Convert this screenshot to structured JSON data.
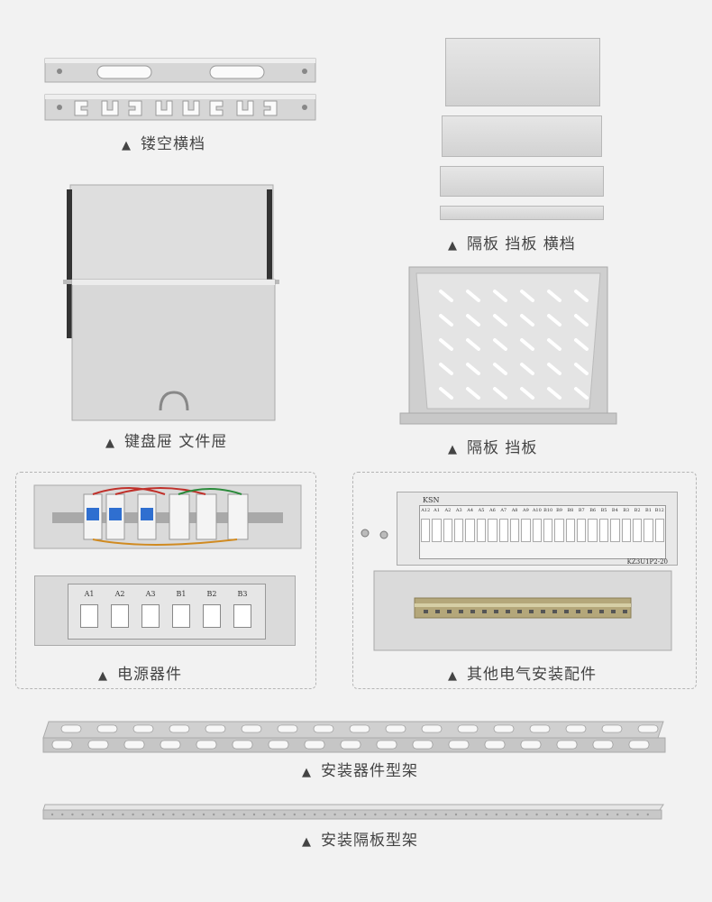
{
  "captions": {
    "hollow_rail": "镂空横档",
    "partition_plates": "隔板 挡板 横档",
    "drawers": "键盘屉 文件屉",
    "shelf": "隔板 挡板",
    "power_devices": "电源器件",
    "other_parts": "其他电气安装配件",
    "device_frame": "安装器件型架",
    "partition_frame": "安装隔板型架"
  },
  "triangle": "▲",
  "power_panel_labels": [
    "A1",
    "A2",
    "A3",
    "B1",
    "B2",
    "B3"
  ],
  "terminal_header": "KSN",
  "terminal_model": "KZ3U1P2-20",
  "terminal_labels": [
    "A12",
    "A1",
    "A2",
    "A3",
    "A4",
    "A5",
    "A6",
    "A7",
    "A8",
    "A9",
    "A10",
    "B10",
    "B9",
    "B8",
    "B7",
    "B6",
    "B5",
    "B4",
    "B3",
    "B2",
    "B1",
    "B12"
  ]
}
